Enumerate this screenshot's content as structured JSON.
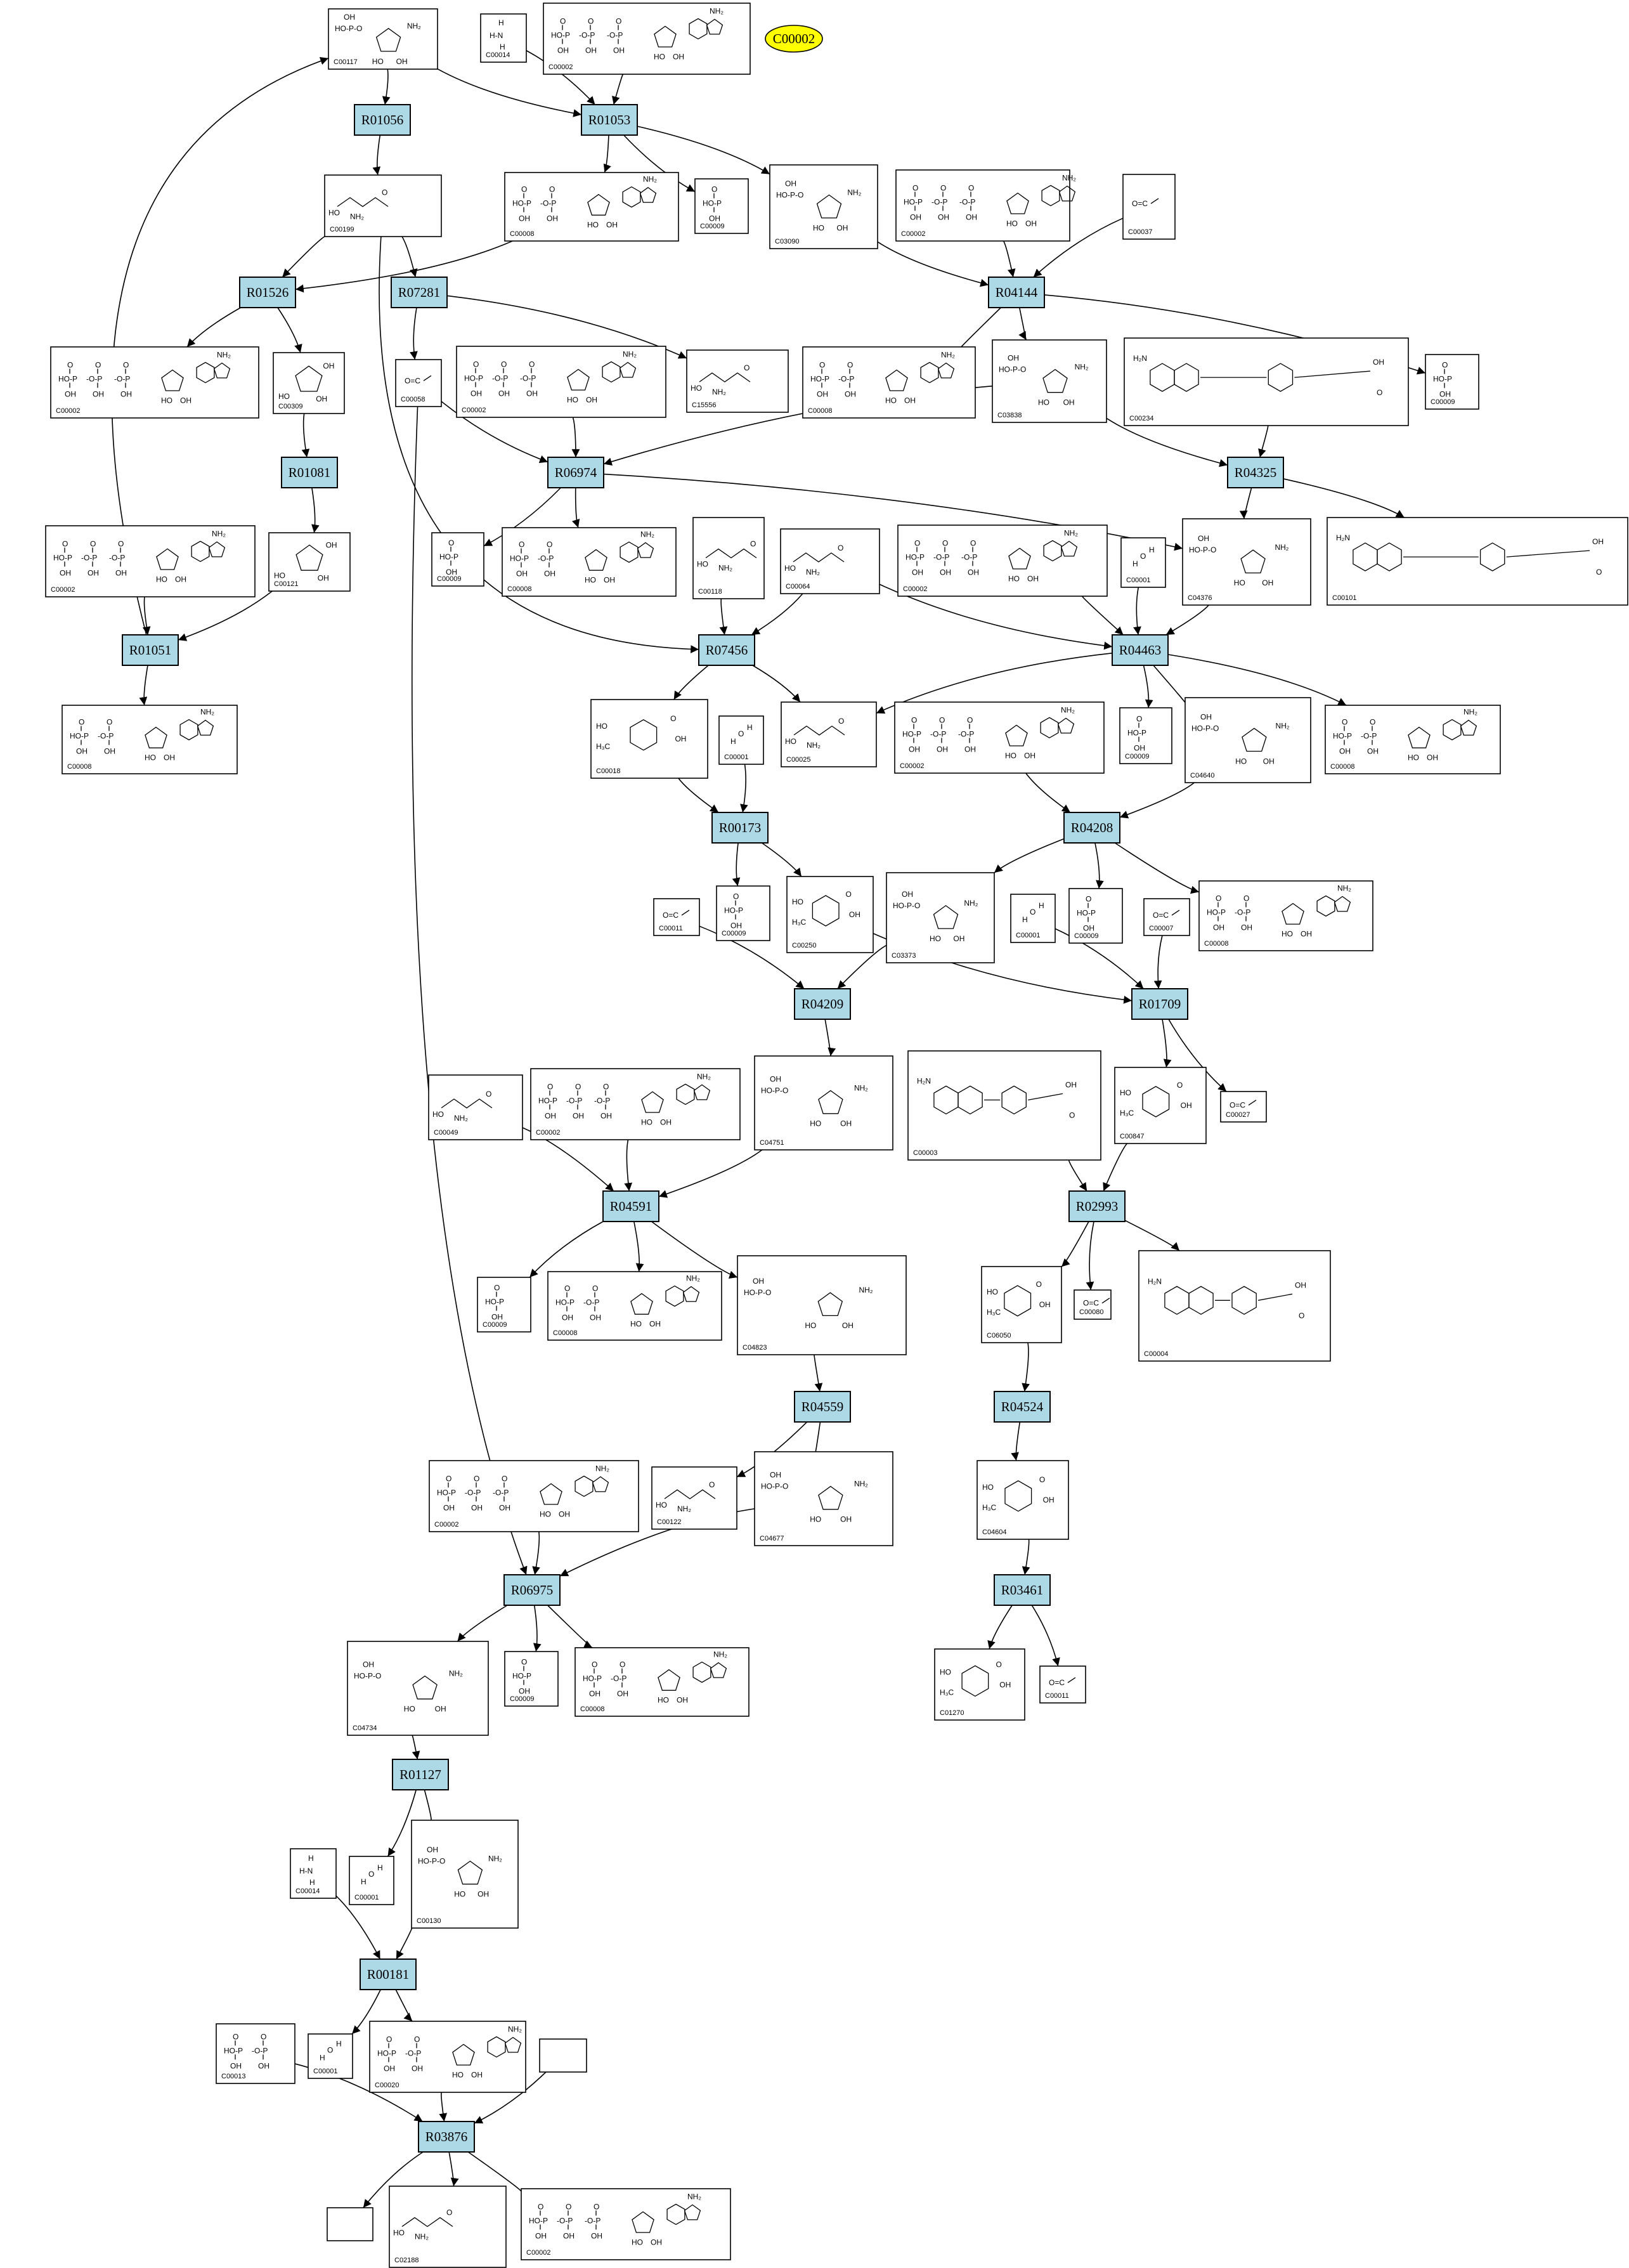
{
  "highlight": {
    "label": "C00002"
  },
  "reactions": [
    "R01056",
    "R01053",
    "R01526",
    "R07281",
    "R04144",
    "R01081",
    "R06974",
    "R04325",
    "R01051",
    "R07456",
    "R04463",
    "R00173",
    "R04208",
    "R04209",
    "R01709",
    "R04591",
    "R02993",
    "R04559",
    "R04524",
    "R06975",
    "R03461",
    "R01127",
    "R00181",
    "R03876"
  ],
  "compounds": {
    "c00117": {
      "id": "C00117",
      "struct": "sugar-p"
    },
    "c00014a": {
      "id": "C00014",
      "struct": "nh3"
    },
    "c00002a": {
      "id": "C00002",
      "struct": "atp"
    },
    "c00008a": {
      "id": "C00008",
      "struct": "adp"
    },
    "c00199": {
      "id": "C00199",
      "struct": "chain"
    },
    "c00009a": {
      "id": "C00009",
      "struct": "pi"
    },
    "c03090": {
      "id": "C03090",
      "struct": "sugar-p"
    },
    "c00002b": {
      "id": "C00002",
      "struct": "atp"
    },
    "c00037": {
      "id": "C00037",
      "struct": "small"
    },
    "c00002c": {
      "id": "C00002",
      "struct": "atp"
    },
    "c00309": {
      "id": "C00309",
      "struct": "ring"
    },
    "c00058": {
      "id": "C00058",
      "struct": "small"
    },
    "c00002d": {
      "id": "C00002",
      "struct": "atp"
    },
    "c15556": {
      "id": "C15556",
      "struct": "chain"
    },
    "c00008b": {
      "id": "C00008",
      "struct": "adp"
    },
    "c03838": {
      "id": "C03838",
      "struct": "sugar-p"
    },
    "c00234": {
      "id": "C00234",
      "struct": "folate"
    },
    "c00009b": {
      "id": "C00009",
      "struct": "pi"
    },
    "c00121": {
      "id": "C00121",
      "struct": "ring"
    },
    "c00002e": {
      "id": "C00002",
      "struct": "atp"
    },
    "c00009c": {
      "id": "C00009",
      "struct": "pi"
    },
    "c00008c": {
      "id": "C00008",
      "struct": "adp"
    },
    "c00118": {
      "id": "C00118",
      "struct": "chain"
    },
    "c00064": {
      "id": "C00064",
      "struct": "chain"
    },
    "c00002f": {
      "id": "C00002",
      "struct": "atp"
    },
    "c00001a": {
      "id": "C00001",
      "struct": "water"
    },
    "c04376": {
      "id": "C04376",
      "struct": "sugar-p"
    },
    "c00101": {
      "id": "C00101",
      "struct": "folate"
    },
    "c00008d": {
      "id": "C00008",
      "struct": "adp"
    },
    "c00018": {
      "id": "C00018",
      "struct": "pyridine"
    },
    "c00001b": {
      "id": "C00001",
      "struct": "water"
    },
    "c00025": {
      "id": "C00025",
      "struct": "chain"
    },
    "c00002g": {
      "id": "C00002",
      "struct": "atp"
    },
    "c00009d": {
      "id": "C00009",
      "struct": "pi"
    },
    "c04640": {
      "id": "C04640",
      "struct": "sugar-p"
    },
    "c00008e": {
      "id": "C00008",
      "struct": "adp"
    },
    "c00009e": {
      "id": "C00009",
      "struct": "pi"
    },
    "c00250": {
      "id": "C00250",
      "struct": "pyridine"
    },
    "c00011a": {
      "id": "C00011",
      "struct": "small"
    },
    "c03373": {
      "id": "C03373",
      "struct": "sugar-p"
    },
    "c00001c": {
      "id": "C00001",
      "struct": "water"
    },
    "c00009f": {
      "id": "C00009",
      "struct": "pi"
    },
    "c00007": {
      "id": "C00007",
      "struct": "small"
    },
    "c00008f": {
      "id": "C00008",
      "struct": "adp"
    },
    "c00049": {
      "id": "C00049",
      "struct": "chain"
    },
    "c00002h": {
      "id": "C00002",
      "struct": "atp"
    },
    "c04751": {
      "id": "C04751",
      "struct": "sugar-p"
    },
    "c00003": {
      "id": "C00003",
      "struct": "nad"
    },
    "c00847": {
      "id": "C00847",
      "struct": "pyridine"
    },
    "c00027": {
      "id": "C00027",
      "struct": "small"
    },
    "c00009g": {
      "id": "C00009",
      "struct": "pi"
    },
    "c00008g": {
      "id": "C00008",
      "struct": "adp"
    },
    "c04823": {
      "id": "C04823",
      "struct": "sugar-p"
    },
    "c06050": {
      "id": "C06050",
      "struct": "pyridine"
    },
    "c00080": {
      "id": "C00080",
      "struct": "small"
    },
    "c00004": {
      "id": "C00004",
      "struct": "nad"
    },
    "c00122": {
      "id": "C00122",
      "struct": "chain"
    },
    "c04677": {
      "id": "C04677",
      "struct": "sugar-p"
    },
    "c00002i": {
      "id": "C00002",
      "struct": "atp"
    },
    "c04604": {
      "id": "C04604",
      "struct": "pyridine"
    },
    "c04734": {
      "id": "C04734",
      "struct": "sugar-p"
    },
    "c00009h": {
      "id": "C00009",
      "struct": "pi"
    },
    "c00008h": {
      "id": "C00008",
      "struct": "adp"
    },
    "c01270": {
      "id": "C01270",
      "struct": "pyridine"
    },
    "c00011b": {
      "id": "C00011",
      "struct": "small"
    },
    "c00014b": {
      "id": "C00014",
      "struct": "nh3"
    },
    "c00001d": {
      "id": "C00001",
      "struct": "water"
    },
    "c00130": {
      "id": "C00130",
      "struct": "sugar-p"
    },
    "c00001e": {
      "id": "C00001",
      "struct": "water"
    },
    "c00020": {
      "id": "C00020",
      "struct": "adp"
    },
    "c00013": {
      "id": "C00013",
      "struct": "ppi"
    },
    "blankA": {
      "id": "",
      "struct": "none"
    },
    "blankB": {
      "id": "",
      "struct": "none"
    },
    "c02188": {
      "id": "C02188",
      "struct": "chain"
    },
    "c00002j": {
      "id": "C00002",
      "struct": "atp"
    }
  }
}
